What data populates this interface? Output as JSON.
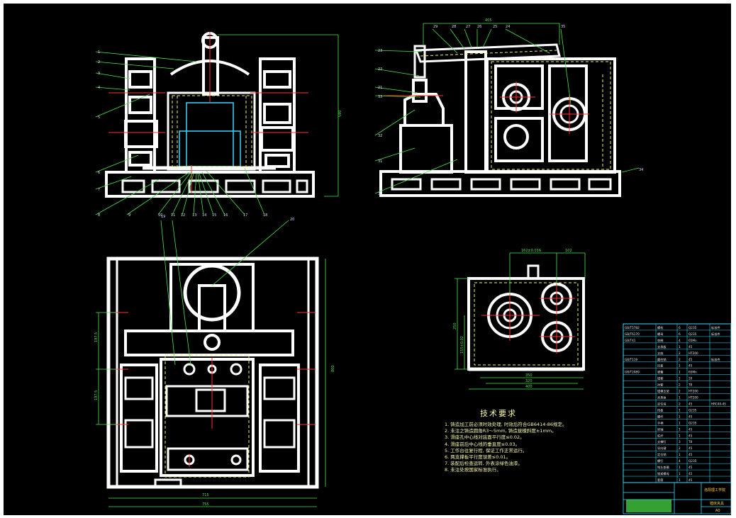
{
  "drawing": {
    "dims": {
      "front_height": "590",
      "side_width": "405",
      "plan_width_inner": "715",
      "plan_width_outer": "755",
      "plan_height": "800",
      "plan_left_a": "197.5",
      "plan_left_b": "197.5",
      "box_top_a": "162±0.016",
      "box_top_b": "102",
      "box_height": "250",
      "box_height_tol": "155±0.02",
      "box_bot_a": "350",
      "box_bot_b": "320",
      "box_bot_c": "400"
    },
    "front_balloons": [
      "1",
      "2",
      "3",
      "4",
      "5",
      "6",
      "7",
      "8",
      "9",
      "10",
      "11",
      "12",
      "13",
      "14",
      "15",
      "16",
      "17",
      "18",
      "19",
      "20"
    ],
    "side_balloons": [
      "29",
      "28",
      "27",
      "26",
      "25",
      "24",
      "23",
      "22",
      "21",
      "33",
      "32",
      "31",
      "30",
      "34",
      "35"
    ],
    "tech_title": "技术要求",
    "tech_lines": [
      "1. 铸造加工前必须时效处理, 时效后符合GB6414-86规定。",
      "2. 未注之铸造圆角R3～5mm, 铸造拔模斜度±1mm。",
      "3. 滑座孔中心线对底面平行度≤0.02。",
      "4. 滑座前后中心线的垂直度≤0.03。",
      "5. 工作台往复行程, 保证工作正常运行。",
      "6. 两支撑板平行度误差≤0.01。",
      "7. 装配后检查运转, 外表涂绿色油漆。",
      "8. 未注处按国家标准执行。"
    ],
    "title_block": {
      "school": "洛阳理工学院",
      "name": "镗床夹具",
      "sheet": "A0"
    },
    "parts_list": [
      {
        "code": "GB/T5782",
        "name": "螺栓",
        "qty": "6",
        "mat": "Q235",
        "note": "标准件"
      },
      {
        "code": "GB/T6170",
        "name": "螺母",
        "qty": "6",
        "mat": "Q235",
        "note": "标准件"
      },
      {
        "code": "GB/T41",
        "name": "垫圈",
        "qty": "4",
        "mat": "65Mn",
        "note": ""
      },
      {
        "code": "",
        "name": "支承板",
        "qty": "1",
        "mat": "45",
        "note": ""
      },
      {
        "code": "",
        "name": "支座",
        "qty": "2",
        "mat": "HT200",
        "note": ""
      },
      {
        "code": "GB/T119",
        "name": "圆柱销",
        "qty": "2",
        "mat": "45",
        "note": "标准件"
      },
      {
        "code": "",
        "name": "压板",
        "qty": "1",
        "mat": "45",
        "note": ""
      },
      {
        "code": "GB/T2089",
        "name": "弹簧",
        "qty": "1",
        "mat": "65Mn",
        "note": ""
      },
      {
        "code": "",
        "name": "镗套",
        "qty": "2",
        "mat": "20",
        "note": ""
      },
      {
        "code": "",
        "name": "衬套",
        "qty": "2",
        "mat": "T8",
        "note": ""
      },
      {
        "code": "",
        "name": "镗模支架",
        "qty": "2",
        "mat": "HT200",
        "note": ""
      },
      {
        "code": "",
        "name": "夹具体",
        "qty": "1",
        "mat": "HT200",
        "note": ""
      },
      {
        "code": "",
        "name": "定位块",
        "qty": "2",
        "mat": "45",
        "note": "HRC40-45"
      },
      {
        "code": "",
        "name": "挡板",
        "qty": "1",
        "mat": "Q235",
        "note": ""
      },
      {
        "code": "",
        "name": "螺杆",
        "qty": "1",
        "mat": "45",
        "note": ""
      },
      {
        "code": "",
        "name": "手柄",
        "qty": "1",
        "mat": "Q235",
        "note": ""
      },
      {
        "code": "",
        "name": "转轴",
        "qty": "1",
        "mat": "45",
        "note": ""
      },
      {
        "code": "",
        "name": "杠杆",
        "qty": "1",
        "mat": "45",
        "note": ""
      },
      {
        "code": "",
        "name": "支撑钉",
        "qty": "3",
        "mat": "T8",
        "note": ""
      },
      {
        "code": "",
        "name": "导向键",
        "qty": "2",
        "mat": "45",
        "note": ""
      },
      {
        "code": "",
        "name": "定位销",
        "qty": "1",
        "mat": "45",
        "note": ""
      },
      {
        "code": "",
        "name": "螺钉",
        "qty": "4",
        "mat": "Q235",
        "note": ""
      },
      {
        "code": "",
        "name": "钩头垫圈",
        "qty": "1",
        "mat": "45",
        "note": ""
      },
      {
        "code": "",
        "name": "锁紧螺母",
        "qty": "1",
        "mat": "45",
        "note": ""
      },
      {
        "code": "",
        "name": "套筒",
        "qty": "1",
        "mat": "45",
        "note": ""
      }
    ],
    "colors": {
      "bg": "#000000",
      "part": "#ffffff",
      "dim": "#4be64b",
      "center": "#ff3030",
      "hidden": "#f2ee6a",
      "table_line": "#38d8ff"
    }
  }
}
